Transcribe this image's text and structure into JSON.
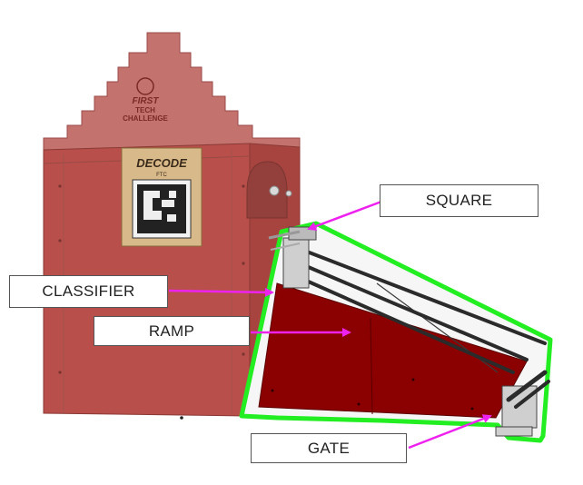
{
  "goal": {
    "logo_top": "FIRST",
    "logo_mid": "TECH",
    "logo_bottom": "CHALLENGE",
    "sign_title": "DECODE",
    "sign_subtitle": "FTC",
    "color": "#b84f4a"
  },
  "ramp": {
    "color": "#8b0000",
    "outline_color": "#22ee22"
  },
  "callouts": {
    "square": "SQUARE",
    "classifier": "CLASSIFIER",
    "ramp": "RAMP",
    "gate": "GATE",
    "arrow_color": "#ee22ee"
  }
}
